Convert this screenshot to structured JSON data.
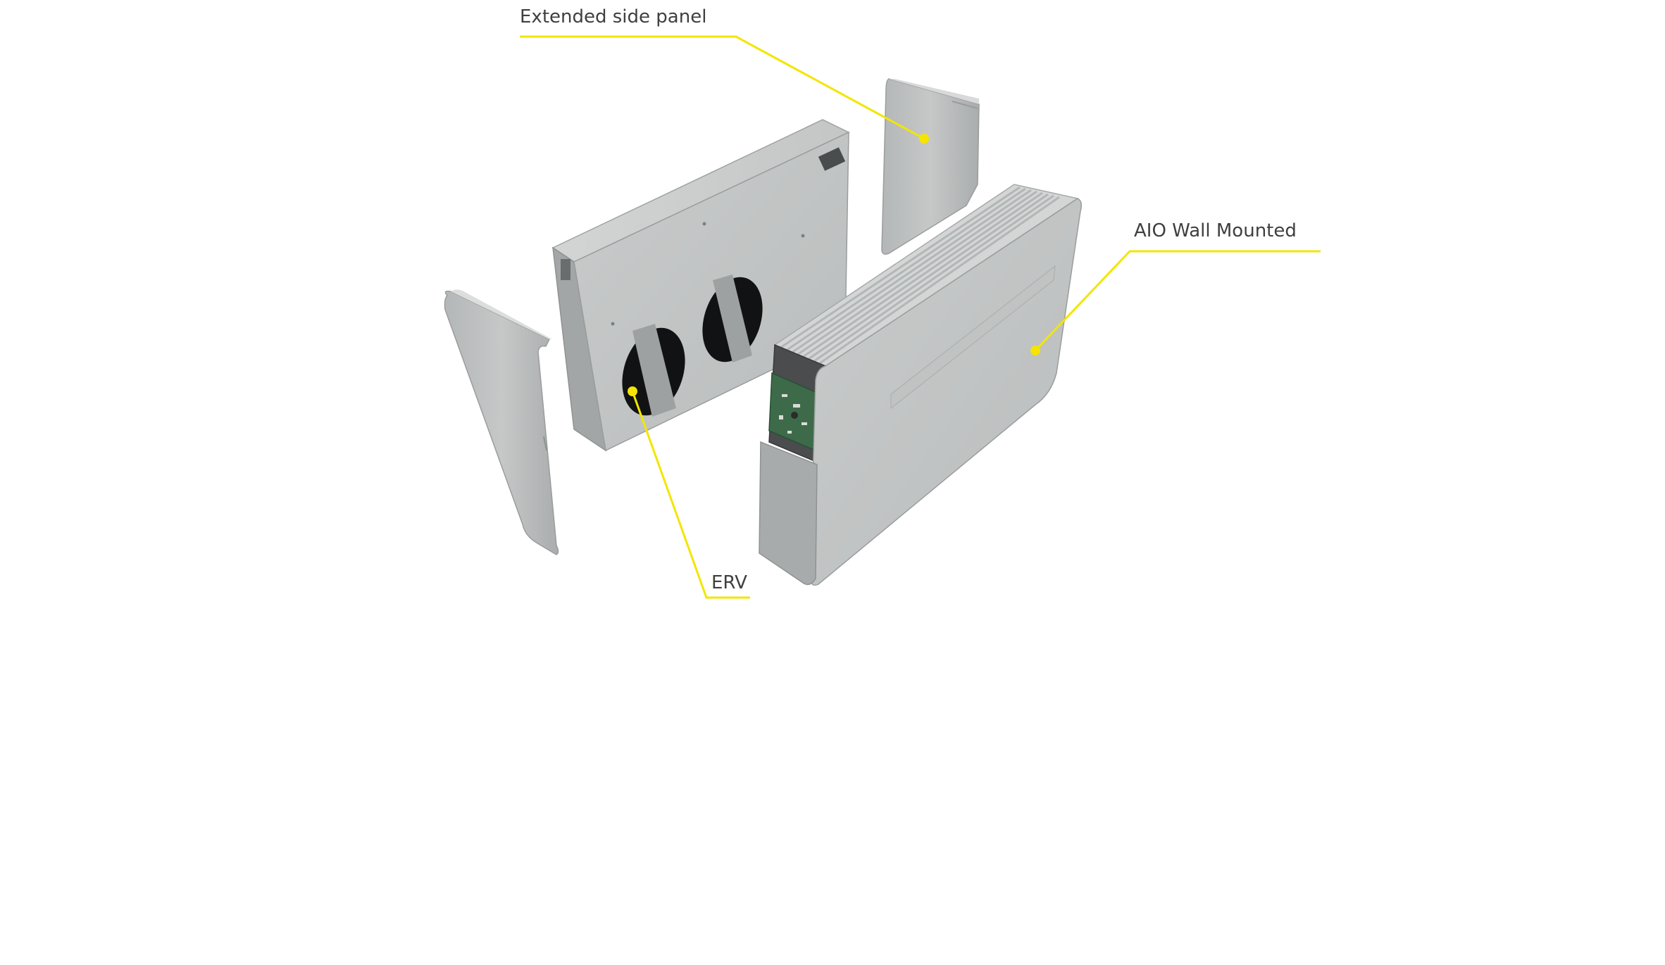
{
  "callouts": [
    {
      "id": "extended-side-panel",
      "label": "Extended side panel"
    },
    {
      "id": "aio-wall-mounted",
      "label": "AIO Wall Mounted"
    },
    {
      "id": "erv",
      "label": "ERV"
    }
  ],
  "colors": {
    "callout_line": "#f2e600",
    "callout_dot": "#f5e400",
    "label_text": "#3f3f3f",
    "panel_light": "#c9cbcb",
    "panel_mid": "#b8baba",
    "panel_dark": "#a3a6a6",
    "pcb_green": "#3d6b4a"
  }
}
